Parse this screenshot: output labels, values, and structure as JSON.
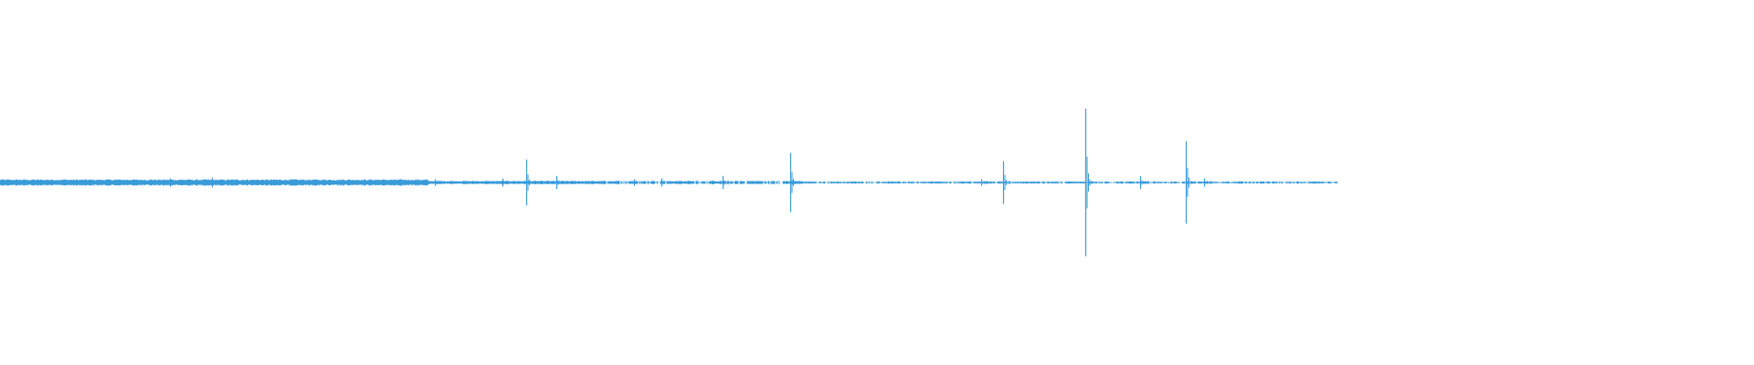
{
  "waveform": {
    "color": "#3a9bd9",
    "trace_end_fraction": 0.7625,
    "spikes": [
      {
        "t": 0.0969,
        "amp": 0.05
      },
      {
        "t": 0.1208,
        "amp": 0.06
      },
      {
        "t": 0.2479,
        "amp": 0.04
      },
      {
        "t": 0.2865,
        "amp": 0.05
      },
      {
        "t": 0.3,
        "amp": 0.28
      },
      {
        "t": 0.3174,
        "amp": 0.08
      },
      {
        "t": 0.3615,
        "amp": 0.04
      },
      {
        "t": 0.3771,
        "amp": 0.05
      },
      {
        "t": 0.412,
        "amp": 0.08
      },
      {
        "t": 0.4505,
        "amp": 0.36
      },
      {
        "t": 0.5594,
        "amp": 0.04
      },
      {
        "t": 0.5719,
        "amp": 0.26
      },
      {
        "t": 0.6188,
        "amp": 0.9
      },
      {
        "t": 0.65,
        "amp": 0.08
      },
      {
        "t": 0.676,
        "amp": 0.5
      },
      {
        "t": 0.6865,
        "amp": 0.05
      }
    ]
  }
}
